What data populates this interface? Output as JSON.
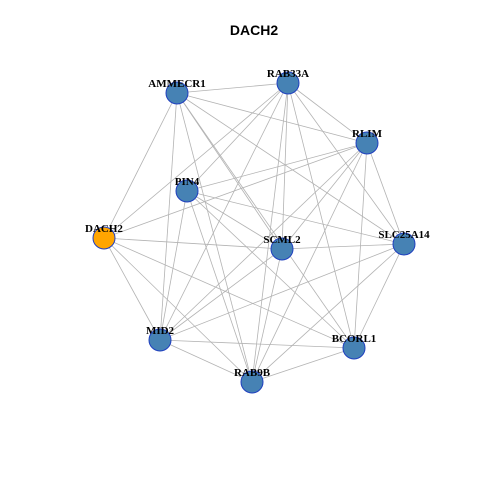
{
  "title": "DACH2",
  "colors": {
    "node_fill": "#4682b4",
    "highlight_fill": "#ffa500",
    "node_stroke": "#1f3fbf",
    "edge": "#b3b3b3"
  },
  "nodes": [
    {
      "id": "DACH2",
      "label": "DACH2",
      "highlight": true
    },
    {
      "id": "AMMECR1",
      "label": "AMMECR1"
    },
    {
      "id": "RAB33A",
      "label": "RAB33A"
    },
    {
      "id": "RLIM",
      "label": "RLIM"
    },
    {
      "id": "PIN4",
      "label": "PIN4"
    },
    {
      "id": "SLC25A14",
      "label": "SLC25A14"
    },
    {
      "id": "SCML2",
      "label": "SCML2"
    },
    {
      "id": "MID2",
      "label": "MID2"
    },
    {
      "id": "BCORL1",
      "label": "BCORL1"
    },
    {
      "id": "RAB9B",
      "label": "RAB9B"
    }
  ],
  "edges": [
    [
      "DACH2",
      "AMMECR1"
    ],
    [
      "DACH2",
      "RAB33A"
    ],
    [
      "DACH2",
      "RLIM"
    ],
    [
      "DACH2",
      "SCML2"
    ],
    [
      "DACH2",
      "BCORL1"
    ],
    [
      "DACH2",
      "RAB9B"
    ],
    [
      "DACH2",
      "MID2"
    ],
    [
      "AMMECR1",
      "RAB33A"
    ],
    [
      "AMMECR1",
      "RLIM"
    ],
    [
      "AMMECR1",
      "SCML2"
    ],
    [
      "AMMECR1",
      "SLC25A14"
    ],
    [
      "AMMECR1",
      "BCORL1"
    ],
    [
      "AMMECR1",
      "RAB9B"
    ],
    [
      "AMMECR1",
      "MID2"
    ],
    [
      "RAB33A",
      "RLIM"
    ],
    [
      "RAB33A",
      "PIN4"
    ],
    [
      "RAB33A",
      "SCML2"
    ],
    [
      "RAB33A",
      "MID2"
    ],
    [
      "RAB33A",
      "BCORL1"
    ],
    [
      "RAB33A",
      "RAB9B"
    ],
    [
      "RAB33A",
      "SLC25A14"
    ],
    [
      "RLIM",
      "PIN4"
    ],
    [
      "RLIM",
      "SCML2"
    ],
    [
      "RLIM",
      "MID2"
    ],
    [
      "RLIM",
      "BCORL1"
    ],
    [
      "RLIM",
      "RAB9B"
    ],
    [
      "RLIM",
      "SLC25A14"
    ],
    [
      "PIN4",
      "SLC25A14"
    ],
    [
      "PIN4",
      "SCML2"
    ],
    [
      "PIN4",
      "MID2"
    ],
    [
      "PIN4",
      "BCORL1"
    ],
    [
      "PIN4",
      "RAB9B"
    ],
    [
      "SCML2",
      "MID2"
    ],
    [
      "SCML2",
      "RAB9B"
    ],
    [
      "SCML2",
      "SLC25A14"
    ],
    [
      "SLC25A14",
      "MID2"
    ],
    [
      "SLC25A14",
      "RAB9B"
    ],
    [
      "SLC25A14",
      "BCORL1"
    ],
    [
      "MID2",
      "RAB9B"
    ],
    [
      "MID2",
      "BCORL1"
    ],
    [
      "RAB9B",
      "BCORL1"
    ]
  ]
}
